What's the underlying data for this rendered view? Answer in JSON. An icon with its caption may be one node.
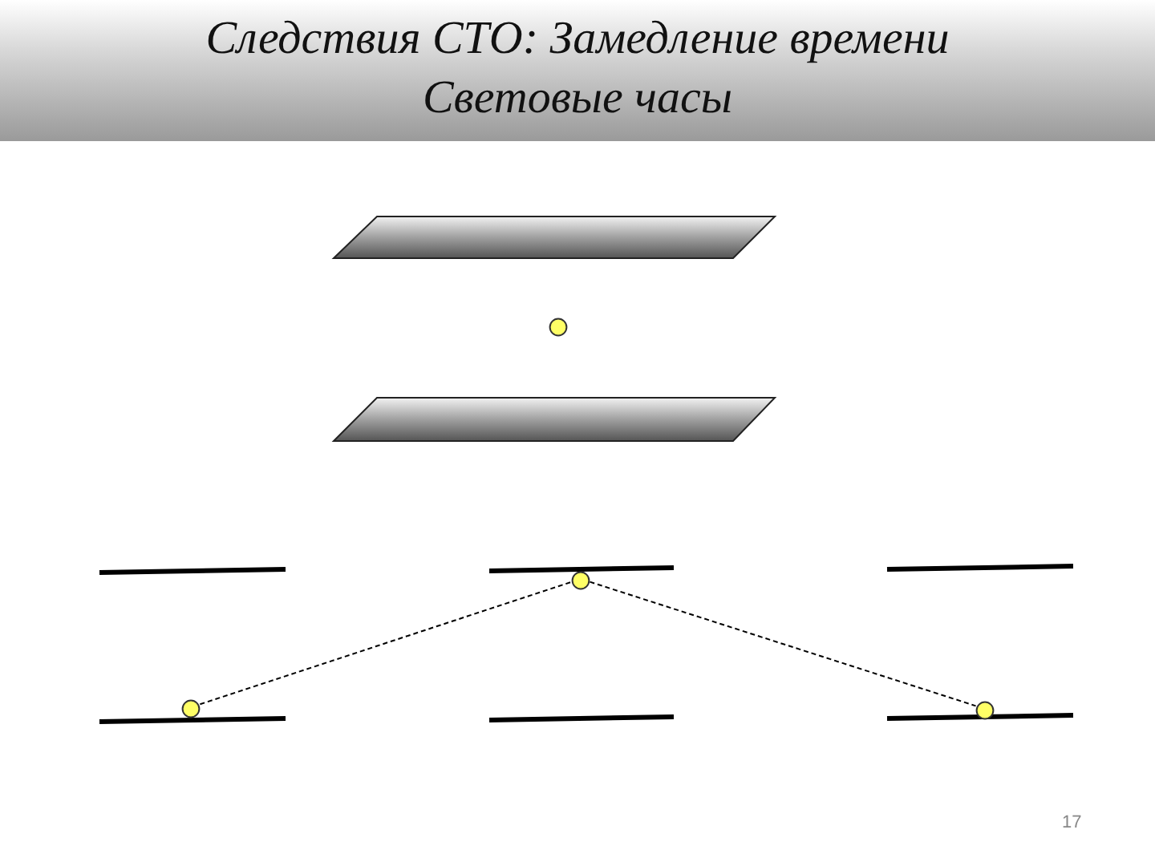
{
  "diagram": {
    "title": "Следствия СТО: Замедление времени Световые часы",
    "nodes": [
      {
        "text": [],
        "shape": "circle"
      },
      {
        "text": [],
        "shape": "circle"
      },
      {
        "text": [],
        "shape": "circle"
      },
      {
        "text": [],
        "shape": "circle"
      }
    ],
    "edges": [
      {
        "from": 2,
        "to": 1,
        "arrow": "none",
        "style": "dashed"
      },
      {
        "from": 1,
        "to": 3,
        "arrow": "none",
        "style": "dashed"
      }
    ],
    "labels": [
      "17"
    ]
  }
}
